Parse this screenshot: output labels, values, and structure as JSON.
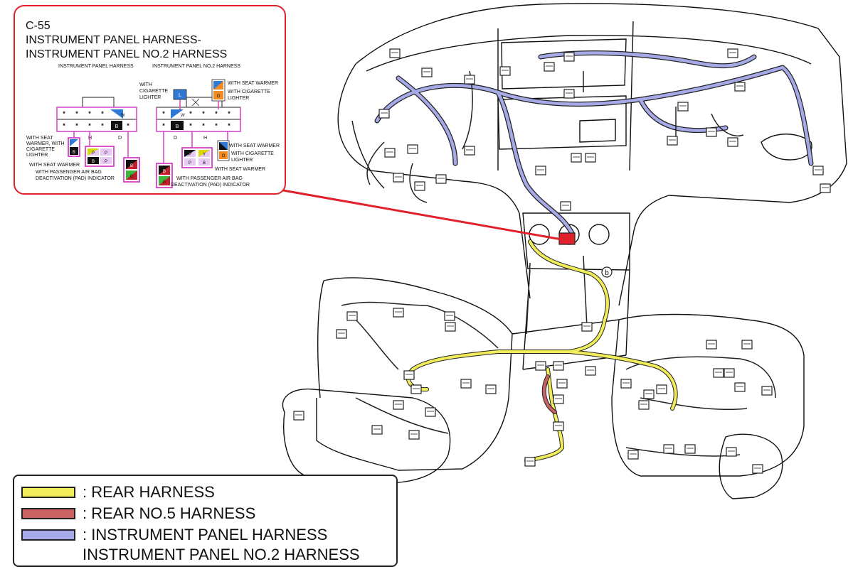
{
  "callout": {
    "code": "C-55",
    "title_line1": "INSTRUMENT PANEL HARNESS-",
    "title_line2": "INSTRUMENT PANEL NO.2 HARNESS",
    "left_connector_label": "INSTRUMENT PANEL HARNESS",
    "right_connector_label": "INSTRUMENT PANEL NO.2 HARNESS",
    "notes": {
      "with_cigarette_lighter_left": [
        "WITH",
        "CIGARETTE",
        "LIGHTER"
      ],
      "with_seat_warmer_top": "WITH SEAT WARMER",
      "with_cigarette_lighter_top": [
        "WITH CIGARETTE",
        "LIGHTER"
      ],
      "with_seat_warmer_cig_left": [
        "WITH SEAT",
        "WARMER, WITH",
        "CIGARETTE",
        "LIGHTER"
      ],
      "with_seat_warmer_left": "WITH SEAT WARMER",
      "with_pad_left": [
        "WITH PASSENGER AIR BAG",
        "DEACTIVATION (PAD) INDICATOR"
      ],
      "with_seat_warmer_right1": "WITH SEAT WARMER",
      "with_cigarette_lighter_right": [
        "WITH CIGARETTE",
        "LIGHTER"
      ],
      "with_seat_warmer_right2": "WITH SEAT WARMER",
      "with_pad_right": [
        "WITH PASSENGER AIR BAG",
        "DEACTIVATION (PAD) INDICATOR"
      ]
    },
    "pin_letters": {
      "star": "*",
      "w": "W",
      "b": "B",
      "l": "L",
      "o": "O",
      "g": "G",
      "y": "Y",
      "p": "P",
      "h": "H",
      "d": "D"
    }
  },
  "diagram": {
    "point_b_label": "b"
  },
  "legend": {
    "items": [
      {
        "label": ": REAR HARNESS",
        "color": "#f0ec5a"
      },
      {
        "label": ": REAR NO.5 HARNESS",
        "color": "#c96262"
      },
      {
        "label": ": INSTRUMENT PANEL HARNESS",
        "label2": "INSTRUMENT PANEL NO.2 HARNESS",
        "color": "#a5a9e6"
      }
    ]
  },
  "colors": {
    "callout_border": "#e0202a",
    "pointer_line": "#e0202a",
    "connector_magenta": "#d63fc7",
    "wire_yellow": "#f0ec5a",
    "wire_red": "#c96262",
    "wire_blue": "#a5a9e6"
  }
}
